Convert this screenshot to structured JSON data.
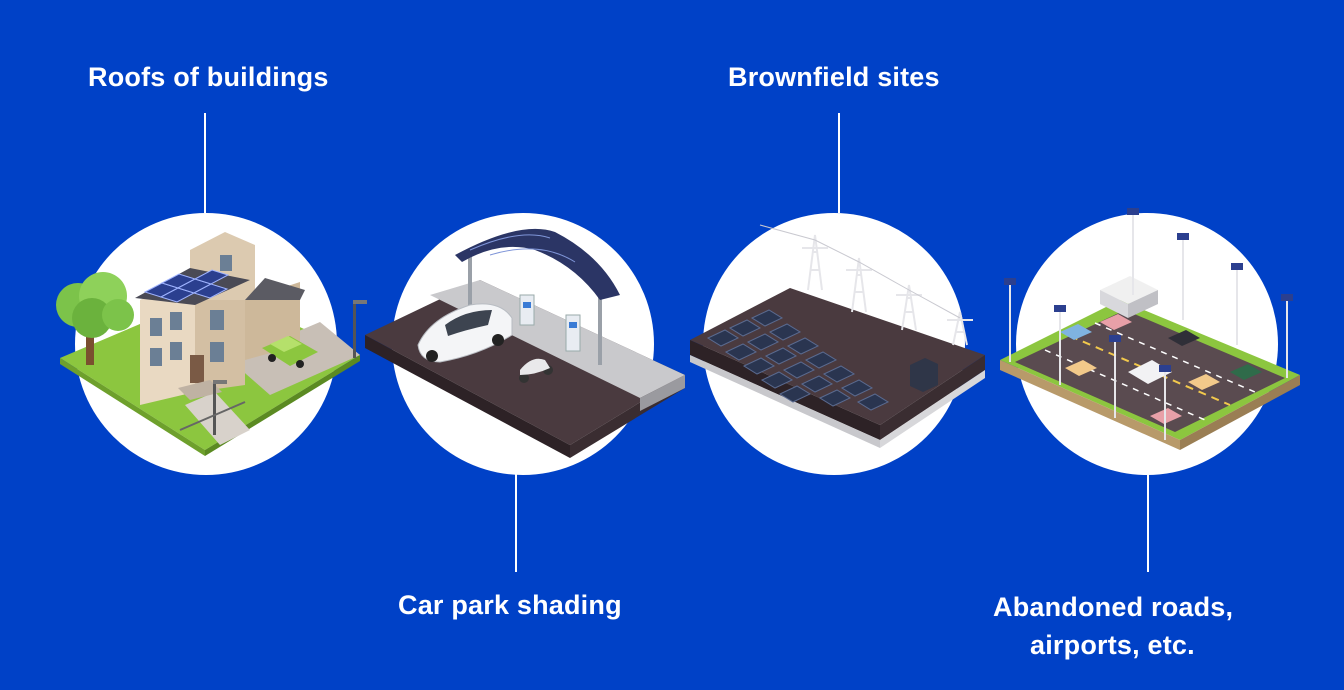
{
  "items": [
    {
      "label": "Roofs of buildings"
    },
    {
      "label": "Car park shading"
    },
    {
      "label": "Brownfield sites"
    },
    {
      "label_line1": "Abandoned roads,",
      "label_line2": "airports, etc."
    }
  ],
  "colors": {
    "background": "#0041c7",
    "circle": "#ffffff",
    "ground": "#4a3a3f",
    "panel": "#2a3550",
    "grass": "#8cc63f"
  },
  "icons": [
    "house-with-solar-roof-icon",
    "carport-with-solar-canopy-icon",
    "solar-field-with-pylons-icon",
    "highway-with-solar-lamps-icon"
  ]
}
